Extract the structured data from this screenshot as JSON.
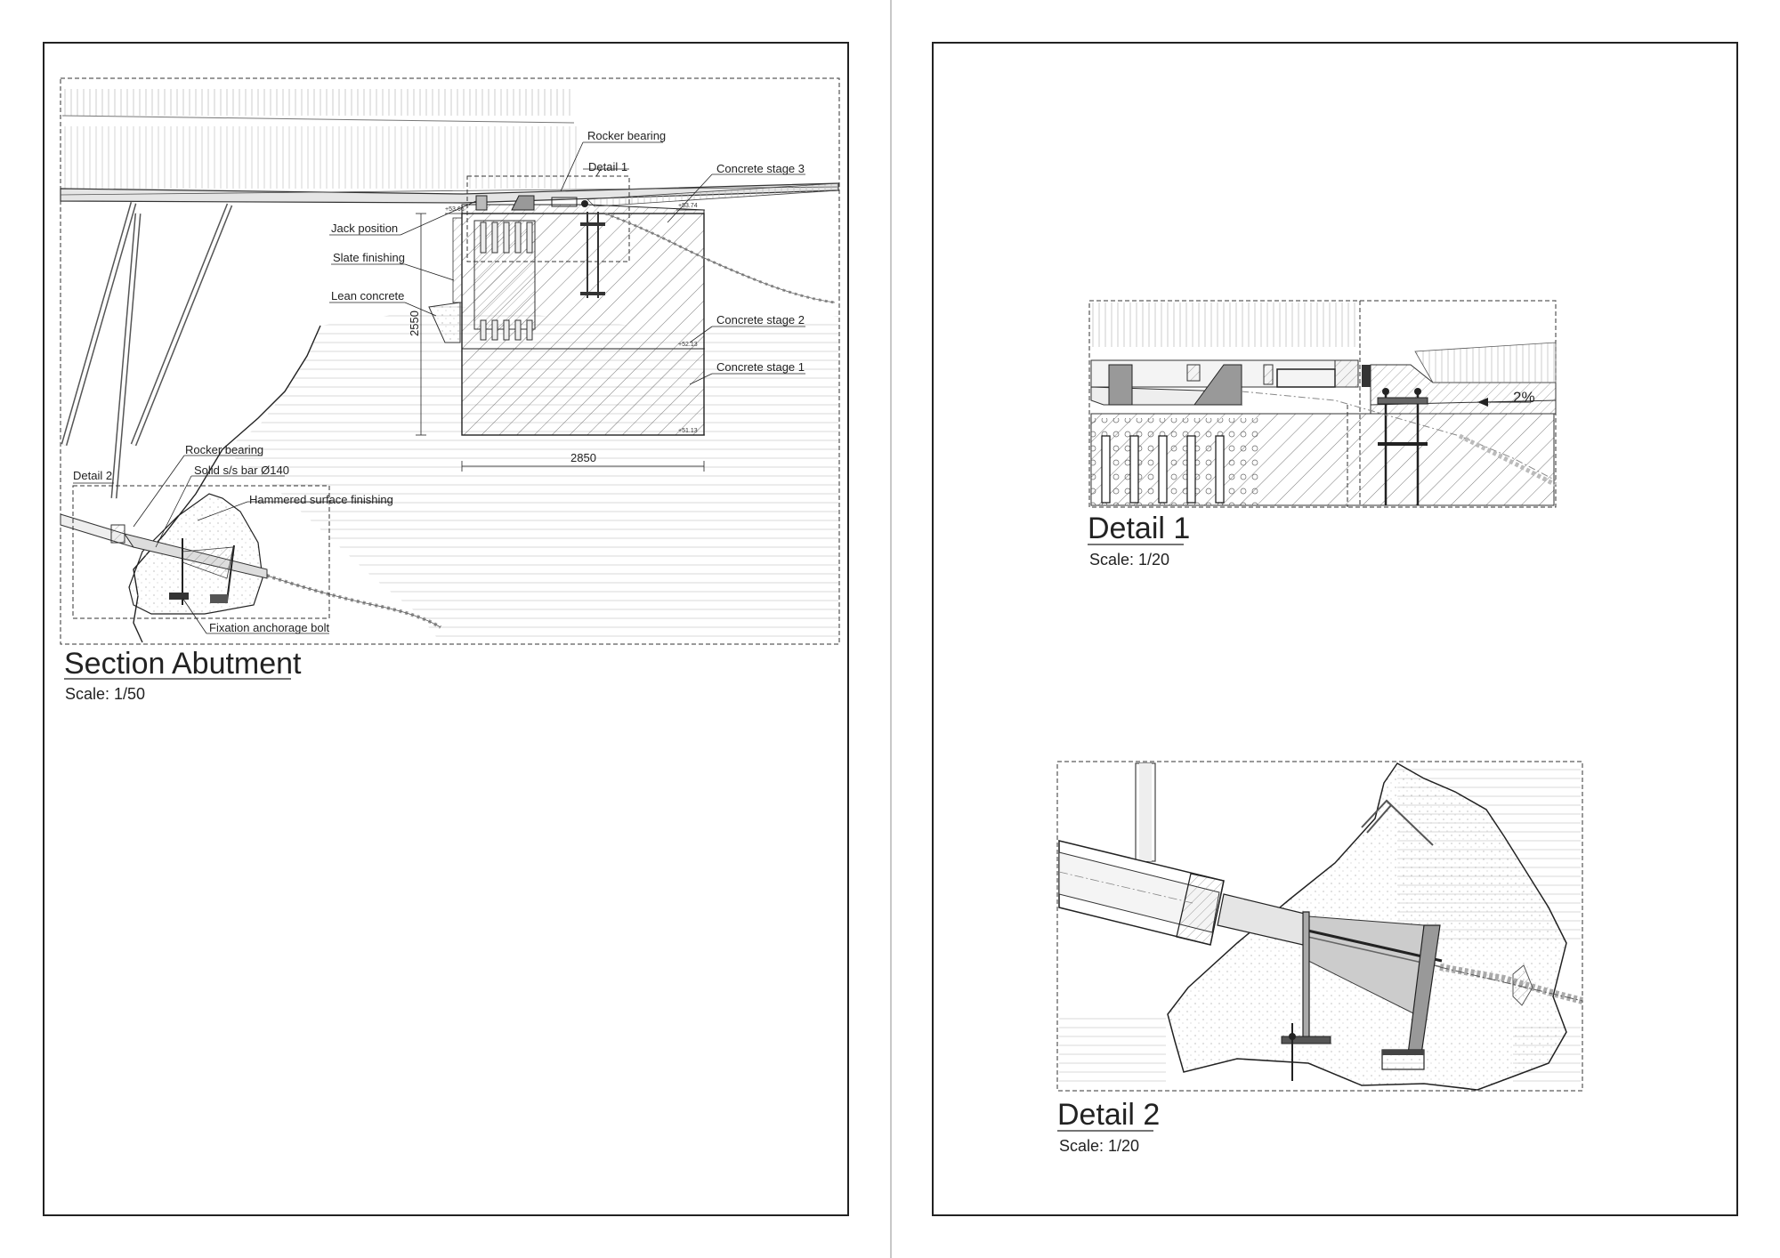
{
  "section_abutment": {
    "title": "Section Abutment",
    "scale": "Scale: 1/50",
    "callouts": {
      "rocker_bearing_top": "Rocker bearing",
      "detail_1": "Detail 1",
      "concrete_stage_3": "Concrete stage 3",
      "jack_position": "Jack position",
      "slate_finishing": "Slate finishing",
      "lean_concrete": "Lean concrete",
      "concrete_stage_2": "Concrete stage 2",
      "concrete_stage_1": "Concrete stage 1",
      "rocker_bearing_bottom": "Rocker bearing",
      "detail_2": "Detail 2",
      "solid_bar": "Solid s/s bar Ø140",
      "hammered_surface": "Hammered surface finishing",
      "fixation_bolt": "Fixation anchorage bolt"
    },
    "dimensions": {
      "height": "2550",
      "width": "2850"
    },
    "levels": {
      "top_left": "+53.66",
      "top_right": "+53.74",
      "mid": "+52.13",
      "bottom": "+51.13"
    }
  },
  "detail_1": {
    "title": "Detail 1",
    "scale": "Scale: 1/20",
    "slope": "2%"
  },
  "detail_2": {
    "title": "Detail 2",
    "scale": "Scale: 1/20"
  }
}
